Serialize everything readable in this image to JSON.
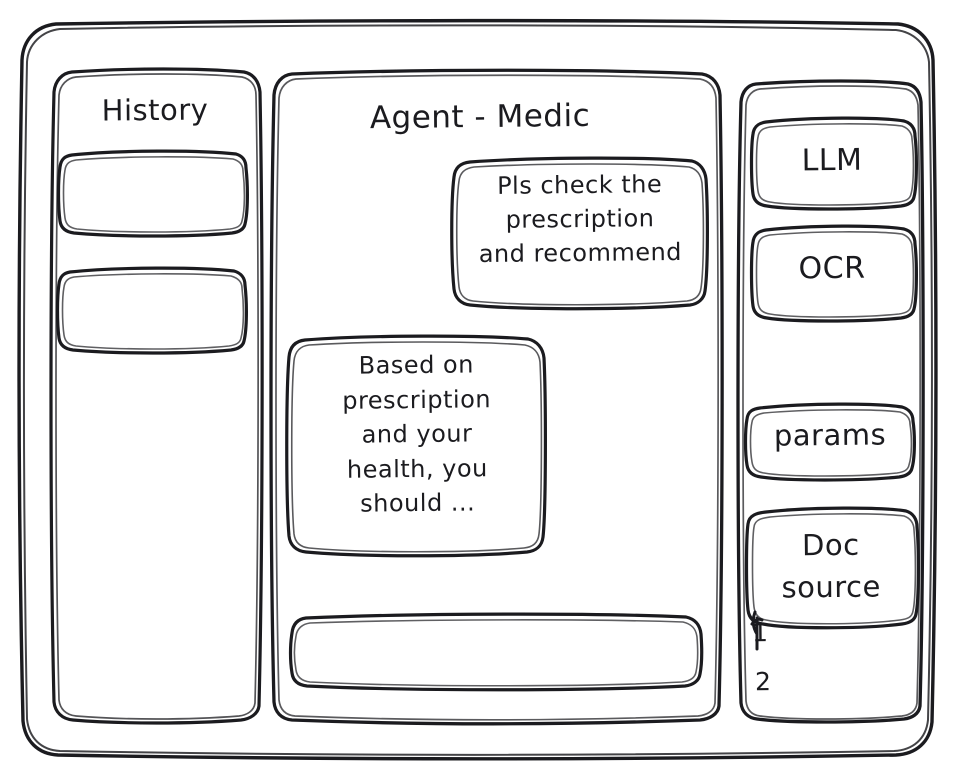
{
  "window": {
    "title": "Agent - Medic",
    "style": "hand-drawn-wireframe",
    "stroke_color": "#1b1b1f",
    "background_color": "#ffffff"
  },
  "sidebar_left": {
    "title": "History",
    "items": [
      {
        "label": ""
      },
      {
        "label": ""
      }
    ]
  },
  "main": {
    "title": "Agent - Medic",
    "messages": [
      {
        "role": "user",
        "text": "Pls check the\nprescription\nand recommend"
      },
      {
        "role": "agent",
        "text": "Based on\nprescription\nand your\nhealth, you\nshould ..."
      }
    ],
    "composer": {
      "value": "",
      "placeholder": ""
    }
  },
  "sidebar_right": {
    "tools": [
      {
        "label": "LLM"
      },
      {
        "label": "OCR"
      },
      {
        "label": "params"
      },
      {
        "label": "Doc\nsource"
      }
    ],
    "doc_source_items": [
      {
        "label": "1"
      },
      {
        "label": "2"
      }
    ]
  }
}
